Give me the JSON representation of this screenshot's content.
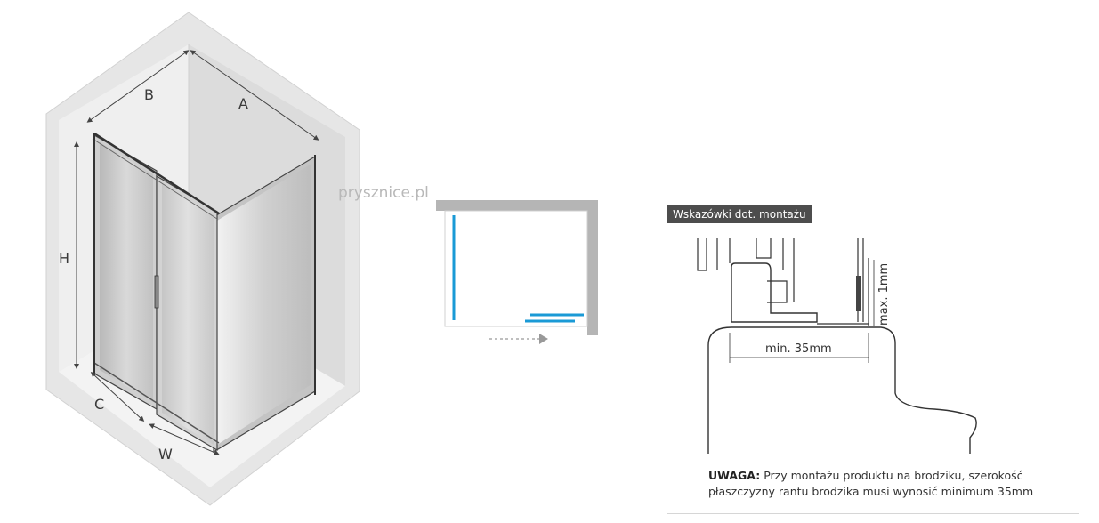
{
  "watermark": "prysznice.pl",
  "dimensions": {
    "a": "A",
    "b": "B",
    "c": "C",
    "w": "W",
    "h": "H"
  },
  "installation": {
    "tab_label": "Wskazówki dot. montażu",
    "max_label": "max. 1mm",
    "min_label": "min. 35mm",
    "note_strong": "UWAGA:",
    "note_line1": "Przy montażu produktu na brodziku, szerokość",
    "note_line2": "płaszczyzny rantu brodzika musi wynosić minimum 35mm"
  },
  "colors": {
    "glass_blue": "#1a9ad6",
    "wall_gray": "#e8e8e8",
    "dark_tab": "#4d4d4d"
  }
}
